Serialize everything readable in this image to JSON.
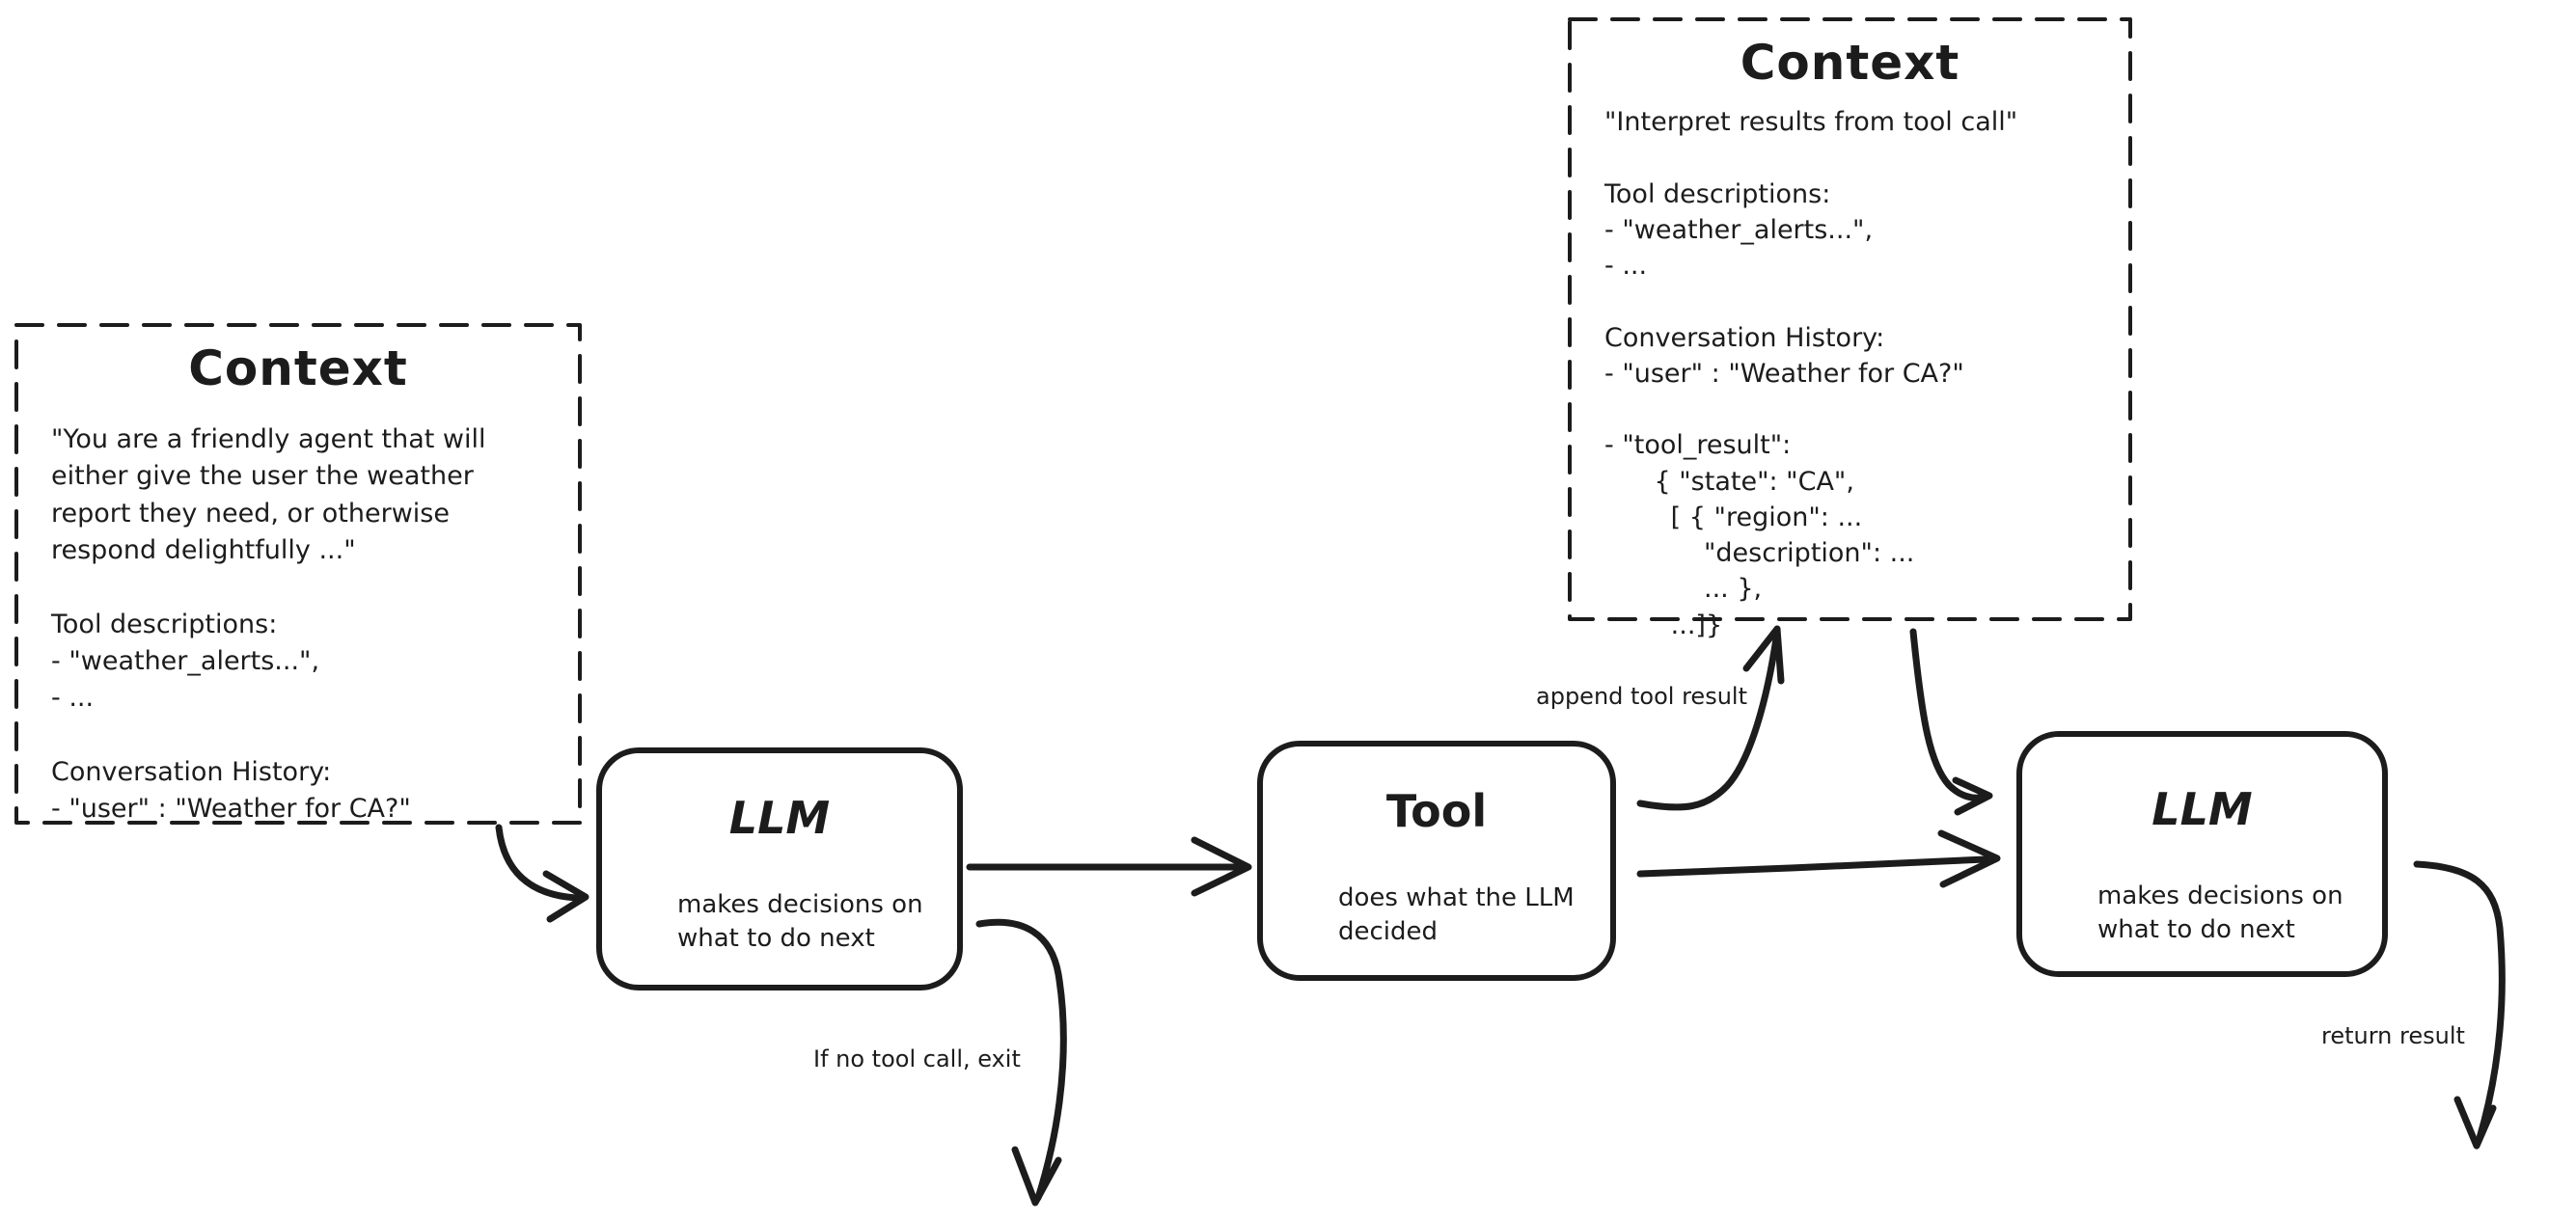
{
  "canvas": {
    "background": "#ffffff",
    "stroke_color": "#1c1c1c"
  },
  "context_left": {
    "title": "Context",
    "body": "\"You are a friendly agent that will\neither give the user the weather\nreport they need, or otherwise\nrespond delightfully ...\"\n\nTool descriptions:\n- \"weather_alerts...\",\n- ...\n\nConversation History:\n- \"user\" : \"Weather for CA?\""
  },
  "context_right": {
    "title": "Context",
    "body": "\"Interpret results from tool call\"\n\nTool descriptions:\n- \"weather_alerts...\",\n- ...\n\nConversation History:\n- \"user\" : \"Weather for CA?\"\n\n- \"tool_result\":\n      { \"state\": \"CA\",\n        [ { \"region\": ...\n            \"description\": ...\n            ... },\n        ...]}"
  },
  "nodes": {
    "llm_first": {
      "title": "LLM",
      "subtitle": "makes decisions on\nwhat to do next"
    },
    "tool": {
      "title": "Tool",
      "subtitle": "does what the LLM\ndecided"
    },
    "llm_second": {
      "title": "LLM",
      "subtitle": "makes decisions on\nwhat to do next"
    }
  },
  "edge_labels": {
    "append_tool_result": "append tool result",
    "if_no_tool_call_exit": "If no tool call, exit",
    "return_result": "return result"
  }
}
